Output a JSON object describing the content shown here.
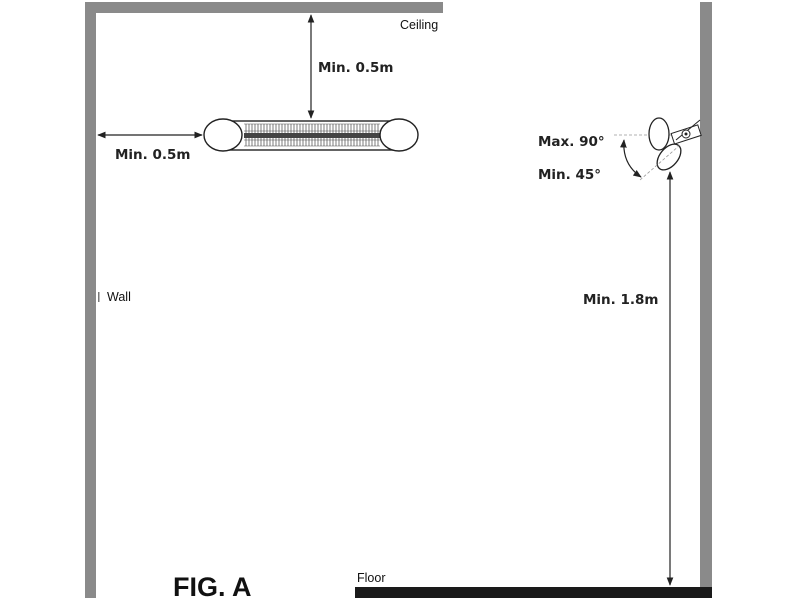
{
  "labels": {
    "ceiling": "Ceiling",
    "wall": "Wall",
    "floor": "Floor",
    "figure": "FIG. A"
  },
  "dimensions": {
    "ceiling_clearance": "Min. 0.5m",
    "wall_clearance": "Min. 0.5m",
    "floor_height": "Min. 1.8m",
    "max_angle": "Max. 90°",
    "min_angle": "Min. 45°"
  },
  "colors": {
    "wall": "#8a8a8a",
    "floor": "#1a1a1a",
    "line": "#222222"
  }
}
